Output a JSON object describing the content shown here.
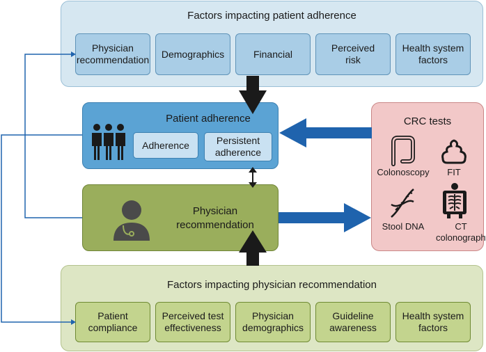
{
  "top_panel": {
    "title": "Factors impacting patient adherence",
    "factors": [
      "Physician\nrecommendation",
      "Demographics",
      "Financial",
      "Perceived\nrisk",
      "Health system\nfactors"
    ]
  },
  "patient_adherence": {
    "title": "Patient adherence",
    "items": [
      "Adherence",
      "Persistent\nadherence"
    ]
  },
  "physician_recommendation": {
    "label": "Physician\nrecommendation"
  },
  "crc_tests": {
    "title": "CRC tests",
    "tests": [
      "Colonoscopy",
      "FIT",
      "Stool DNA",
      "CT\ncolonography"
    ]
  },
  "bottom_panel": {
    "title": "Factors impacting physician recommendation",
    "factors": [
      "Patient\ncompliance",
      "Perceived test\neffectiveness",
      "Physician\ndemographics",
      "Guideline\nawareness",
      "Health system\nfactors"
    ]
  },
  "colors": {
    "top_panel_bg": "#d6e7f1",
    "patient_adherence_bg": "#5ba3d4",
    "physician_bg": "#9aae5c",
    "crc_bg": "#f2c8c8",
    "bottom_panel_bg": "#dde6c4",
    "blue_arrow": "#1f63ad",
    "dark_arrow": "#1a1a1a"
  }
}
